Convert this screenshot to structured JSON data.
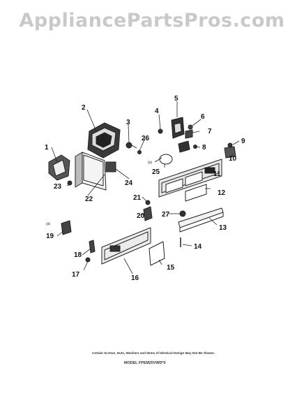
{
  "watermark": "AppliancePartsPros.com",
  "callouts": [
    "1",
    "2",
    "3",
    "4",
    "5",
    "6",
    "7",
    "8",
    "9",
    "10",
    "11",
    "12",
    "13",
    "14",
    "15",
    "16",
    "17",
    "18",
    "19",
    "20",
    "21",
    "22",
    "23",
    "24",
    "25",
    "26",
    "27"
  ],
  "footer": {
    "note": "Certain Screws, Nuts, Washers and Items of Identical Design May Not Be Shown.",
    "model": "MODEL FPEM25VWD*0"
  }
}
